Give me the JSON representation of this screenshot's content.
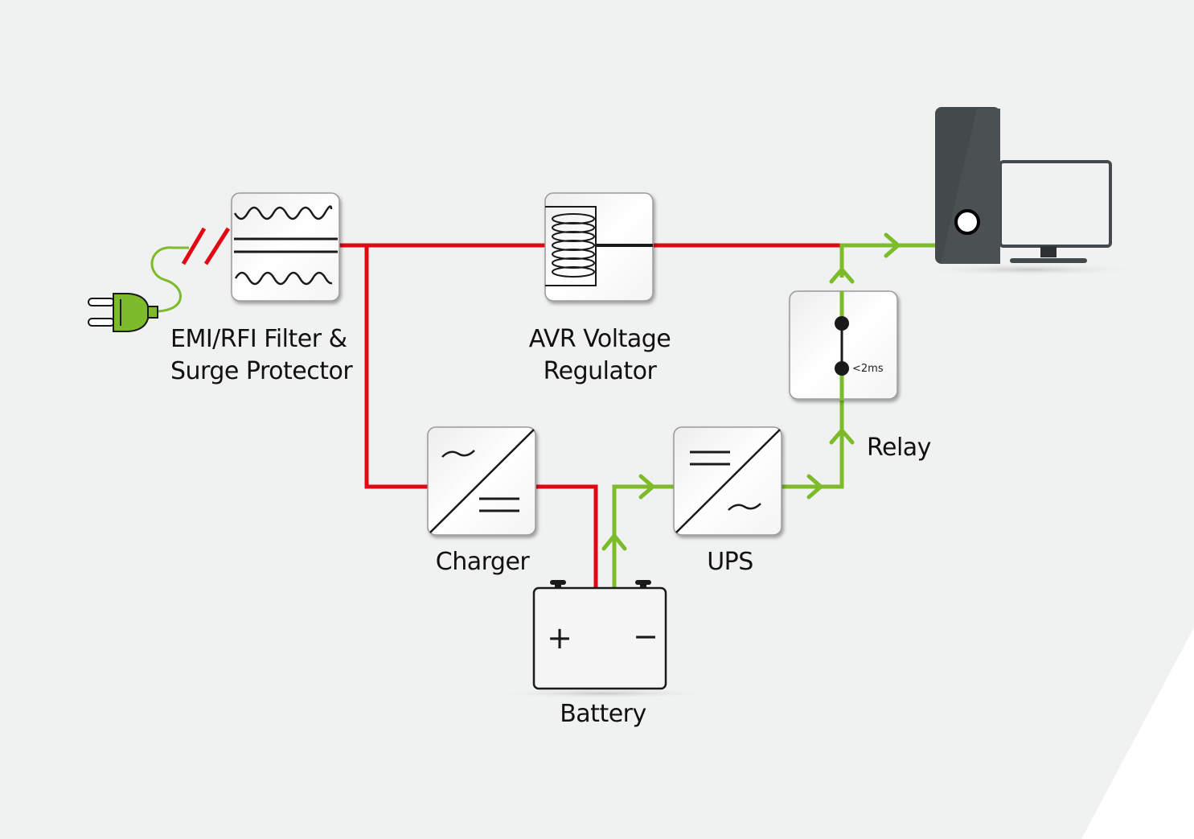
{
  "diagram": {
    "title": "Online UPS power flow",
    "colors": {
      "background": "#f0f1f1",
      "corner": "#ffffff",
      "mains_line": "#e30613",
      "backup_line": "#7dbb2a",
      "symbol_stroke": "#1a1a1a",
      "computer_body": "#44494c",
      "box_fill": "#f7f7f7"
    },
    "nodes": {
      "plug": {
        "name": "Power plug"
      },
      "filter": {
        "label_line1": "EMI/RFI Filter &",
        "label_line2": "Surge Protector"
      },
      "avr": {
        "label_line1": "AVR Voltage",
        "label_line2": "Regulator"
      },
      "relay": {
        "label": "Relay",
        "switch_time": "<2ms"
      },
      "charger": {
        "label": "Charger"
      },
      "ups": {
        "label": "UPS"
      },
      "battery": {
        "label": "Battery",
        "plus": "+",
        "minus": "−"
      },
      "computer": {
        "name": "Computer with monitor"
      }
    },
    "edges": [
      {
        "from": "plug",
        "to": "filter",
        "type": "cable"
      },
      {
        "from": "filter",
        "to": "avr",
        "type": "mains"
      },
      {
        "from": "avr",
        "to": "computer",
        "type": "mains"
      },
      {
        "from": "filter",
        "to": "charger",
        "type": "mains"
      },
      {
        "from": "charger",
        "to": "battery",
        "type": "mains"
      },
      {
        "from": "battery",
        "to": "ups",
        "type": "backup"
      },
      {
        "from": "ups",
        "to": "relay",
        "type": "backup"
      },
      {
        "from": "relay",
        "to": "computer",
        "type": "backup"
      }
    ]
  }
}
